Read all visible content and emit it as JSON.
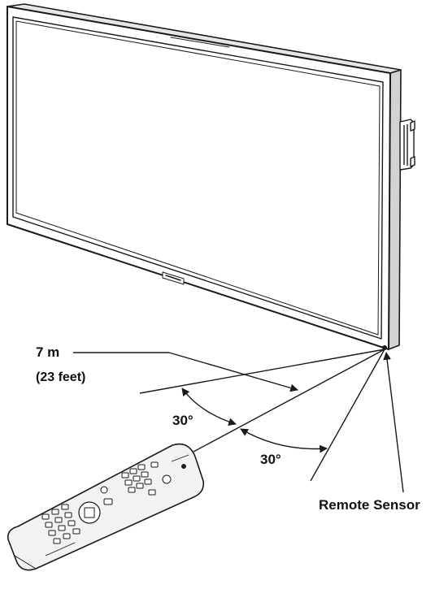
{
  "labels": {
    "distance_metric": "7 m",
    "distance_imperial": "(23 feet)",
    "angle_left": "30°",
    "angle_right": "30°",
    "sensor": "Remote Sensor"
  },
  "colors": {
    "line": "#1a1a1a",
    "device_shade": "#d9d9d9",
    "remote_body": "#f2f2f2"
  },
  "icons": [
    "monitor-illustration",
    "remote-control-illustration",
    "stand-bracket-icon"
  ]
}
